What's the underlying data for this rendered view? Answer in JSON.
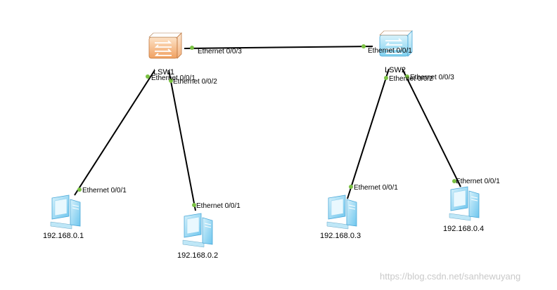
{
  "colors": {
    "link": "#000000",
    "port_dot": "#7ac143",
    "switch1": "#f0a060",
    "switch2": "#7fd0ee",
    "pc": "#7ccdf0"
  },
  "switches": [
    {
      "id": "lsw1",
      "label": "LSW1",
      "icon": "switch-icon"
    },
    {
      "id": "lsw2",
      "label": "LSW2",
      "icon": "switch-icon"
    }
  ],
  "pcs": [
    {
      "id": "pc1",
      "ip": "192.168.0.1",
      "icon": "pc-icon"
    },
    {
      "id": "pc2",
      "ip": "192.168.0.2",
      "icon": "pc-icon"
    },
    {
      "id": "pc3",
      "ip": "192.168.0.3",
      "icon": "pc-icon"
    },
    {
      "id": "pc4",
      "ip": "192.168.0.4",
      "icon": "pc-icon"
    }
  ],
  "links": [
    {
      "from": "lsw1",
      "from_port": "Ethernet 0/0/3",
      "to": "lsw2",
      "to_port": "Ethernet 0/0/1"
    },
    {
      "from": "lsw1",
      "from_port": "Ethernet 0/0/1",
      "to": "pc1",
      "to_port": "Ethernet 0/0/1"
    },
    {
      "from": "lsw1",
      "from_port": "Ethernet 0/0/2",
      "to": "pc2",
      "to_port": "Ethernet 0/0/1"
    },
    {
      "from": "lsw2",
      "from_port": "Ethernet 0/0/2",
      "to": "pc3",
      "to_port": "Ethernet 0/0/1"
    },
    {
      "from": "lsw2",
      "from_port": "Ethernet 0/0/3",
      "to": "pc4",
      "to_port": "Ethernet 0/0/1"
    }
  ],
  "watermark": "https://blog.csdn.net/sanhewuyang"
}
